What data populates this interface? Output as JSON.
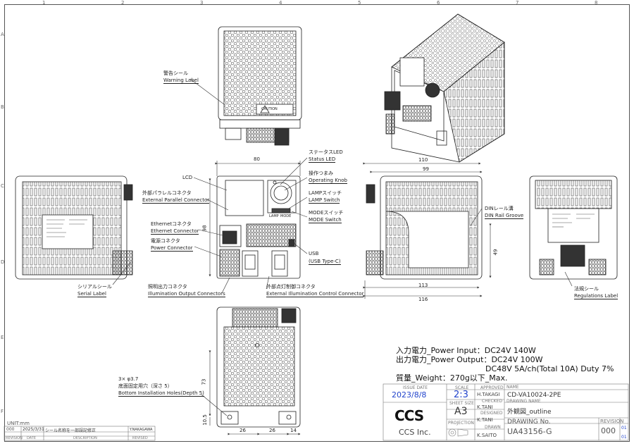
{
  "zones": {
    "columns": [
      "1",
      "2",
      "3",
      "4",
      "5",
      "6",
      "7",
      "8"
    ],
    "rows": [
      "A",
      "B",
      "C",
      "D",
      "E",
      "F"
    ]
  },
  "labels": {
    "warning_jp": "警告シール",
    "warning_en": "Warning Label",
    "status_led_jp": "ステータスLED",
    "status_led_en": "Status LED",
    "knob_jp": "操作つまみ",
    "knob_en": "Operating Knob",
    "lcd": "LCD",
    "ext_parallel_jp": "外部パラレルコネクタ",
    "ext_parallel_en": "External Parallel Connector",
    "lamp_jp": "LAMPスイッチ",
    "lamp_en": "LAMP Switch",
    "mode_jp": "MODEスイッチ",
    "mode_en": "MODE Switch",
    "ethernet_jp": "Ethernetコネクタ",
    "ethernet_en": "Ethernet Connector",
    "power_jp": "電源コネクタ",
    "power_en": "Power Connector",
    "usb": "USB",
    "usb_type": "(USB Type-C)",
    "serial_jp": "シリアルシール",
    "serial_en": "Serial Label",
    "illum_out_jp": "照明出力コネクタ",
    "illum_out_en": "Illumination Output Connectors",
    "ext_illum_jp": "外部点灯制御コネクタ",
    "ext_illum_en": "External Illumination Control Connector",
    "din_jp": "DINレール溝",
    "din_en": "DIN Rail Groove",
    "regs_jp": "法規シール",
    "regs_en": "Regulations Label",
    "holes_1": "3× φ3.7",
    "holes_2": "底面固定用穴（深さ 5）",
    "holes_3": "Bottom Installation Holes(Depth 5)",
    "caution": "CAUTION",
    "lamp_small": "LAMP",
    "mode_small": "MODE"
  },
  "dimensions": {
    "w80": "80",
    "h98": "98",
    "d110": "110",
    "d99": "99",
    "h49": "49",
    "d113": "113",
    "d116": "116",
    "h73": "73",
    "h10_5": "10.5",
    "b26a": "26",
    "b26b": "26",
    "b14": "14"
  },
  "specs": {
    "line1": "入力電力_Power Input：DC24V 140W",
    "line2": "出力電力_Power Output：DC24V 100W",
    "line3": "DC48V 5A/ch(Total 10A) Duty 7%",
    "line4": "質量_Weight：270g以下_Max."
  },
  "title_block": {
    "issue_date_label": "ISSUE DATE",
    "issue_date": "2023/8/8",
    "scale_label": "SCALE",
    "scale": "2:3",
    "sheet_size_label": "SHEET SIZE",
    "sheet_size": "A3",
    "projection_label": "PROJECTION",
    "approved_label": "APPROVED",
    "approved": "H.TAKAGI",
    "checked_label": "CHECKED",
    "checked": "K.TANI",
    "designed_label": "DESIGNED",
    "designed": "K.TANI",
    "drawn_label": "DRAWN",
    "drawn": "K.SAITO",
    "name_label": "NAME",
    "name": "CD-VA10024-2PE",
    "drawing_name_label": "DRAWING NAME",
    "drawing_name": "外観図_outline",
    "drawing_no_label": "DRAWING No.",
    "drawing_no": "UA43156-G",
    "revision_label": "REVISION",
    "revision": "000",
    "rev_sub1": "01",
    "rev_sub2": "01",
    "company": "CCS Inc.",
    "logo": "CCS",
    "unit": "UNIT:mm"
  },
  "revision_table": {
    "row1": {
      "rev": "000",
      "date": "2025/3/31",
      "desc": "シール名称を一部誤記修正",
      "by": "Y.NAKAGAWA"
    },
    "headers": {
      "rev": "REVISION",
      "date": "DATE",
      "desc": "DESCRIPTION",
      "by": "REVISED"
    }
  }
}
